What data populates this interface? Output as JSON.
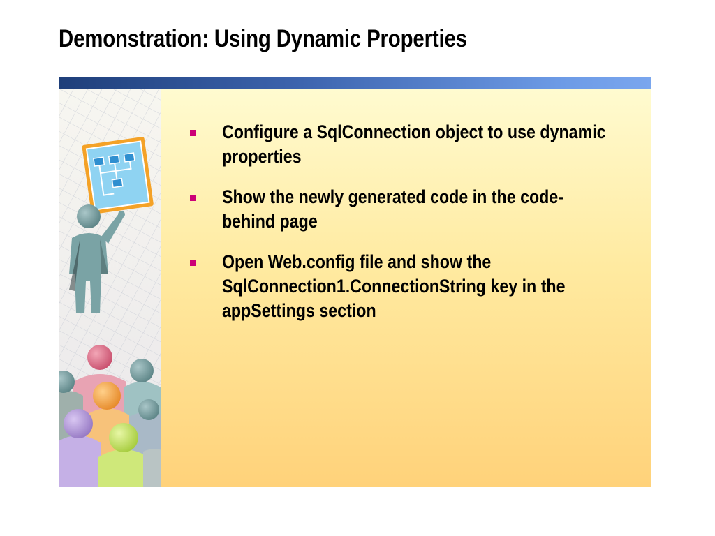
{
  "slide": {
    "title": "Demonstration: Using Dynamic Properties",
    "bullets": [
      "Configure a SqlConnection object to use dynamic properties",
      "Show the newly generated code in the code-behind page",
      "Open Web.config file and show the SqlConnection1.ConnectionString key in the appSettings section"
    ],
    "bullet_color": "#cc0077",
    "title_bar_color": "#3c63ad",
    "panel_color": "#ffeaa0"
  }
}
